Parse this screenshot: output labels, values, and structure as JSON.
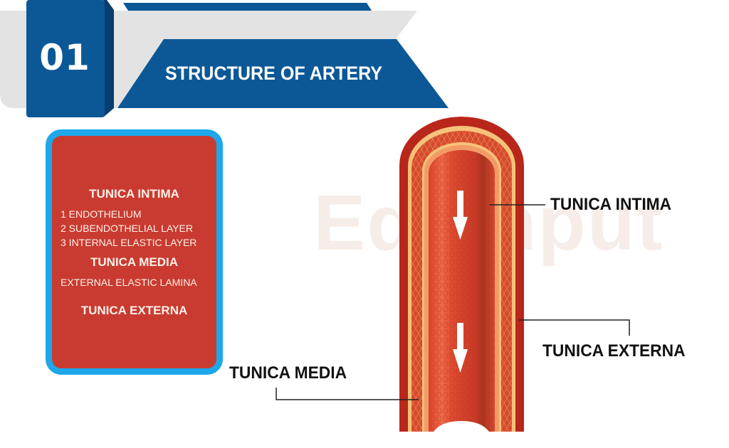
{
  "watermark": {
    "text": "EduInput"
  },
  "header": {
    "number": "01",
    "title": "STRUCTURE OF ARTERY",
    "colors": {
      "primary_blue": "#0c5897",
      "dark_blue": "#073e6e",
      "band_gray": "#e3e3e3"
    }
  },
  "legend": {
    "colors": {
      "fill": "#c93b31",
      "border": "#1ea7ea",
      "text": "#fff1e8"
    },
    "sections": [
      {
        "heading": "TUNICA INTIMA",
        "items": [
          "1 ENDOTHELIUM",
          "2 SUBENDOTHELIAL LAYER",
          "3 INTERNAL ELASTIC  LAYER"
        ]
      },
      {
        "heading": "TUNICA MEDIA",
        "items": [
          "EXTERNAL ELASTIC LAMINA"
        ]
      },
      {
        "heading": "TUNICA EXTERNA",
        "items": []
      }
    ]
  },
  "artery": {
    "flow_direction": "down",
    "layer_colors": {
      "externa": "#b8271a",
      "elastic": "#f6c27a",
      "media": "#d64a2c",
      "intima": "#f39b66",
      "lumen": "#de4a30",
      "lumen_shade": "#a8331f",
      "arrow": "#ffffff"
    }
  },
  "labels": {
    "tunica_intima": "TUNICA INTIMA",
    "tunica_externa": "TUNICA EXTERNA",
    "tunica_media": "TUNICA MEDIA"
  }
}
